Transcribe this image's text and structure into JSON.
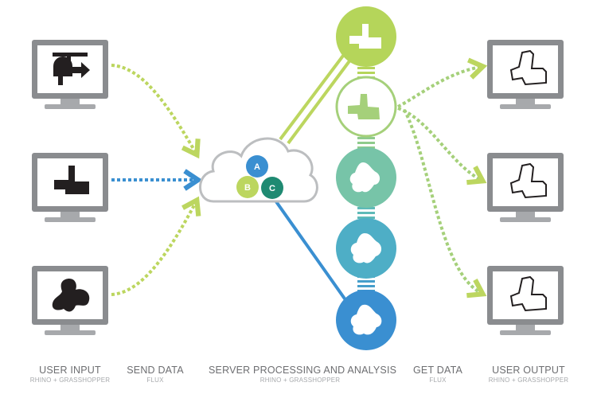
{
  "labels": {
    "user_input": {
      "title": "USER INPUT",
      "sub": "RHINO + GRASSHOPPER"
    },
    "send_data": {
      "title": "SEND DATA",
      "sub": "FLUX"
    },
    "server": {
      "title": "SERVER PROCESSING AND ANALYSIS",
      "sub": "RHINO + GRASSHOPPER"
    },
    "get_data": {
      "title": "GET DATA",
      "sub": "FLUX"
    },
    "user_output": {
      "title": "USER OUTPUT",
      "sub": "RHINO + GRASSHOPPER"
    }
  },
  "cloud": {
    "a": "A",
    "b": "B",
    "c": "C"
  },
  "colors": {
    "monitor_frame": "#8a8c8f",
    "monitor_stand": "#a7a9ac",
    "lime": "#bcd65f",
    "blue": "#3a8fd1",
    "teal_dark": "#1f8a72",
    "chain": [
      "#b5d55a",
      "#a5d07a",
      "#77c4a8",
      "#4eaec6",
      "#3a8fd1"
    ]
  },
  "icons": {
    "input_monitors": [
      "arrow-block-icon",
      "step-block-icon",
      "blob-shape-icon"
    ],
    "output_monitors": [
      "outline-shape-icon",
      "outline-shape-icon",
      "outline-shape-icon"
    ],
    "chain_nodes": [
      "step-shape-icon",
      "step-shape-icon",
      "blob-shape-icon",
      "blob-shape-icon",
      "blob-shape-icon"
    ]
  }
}
